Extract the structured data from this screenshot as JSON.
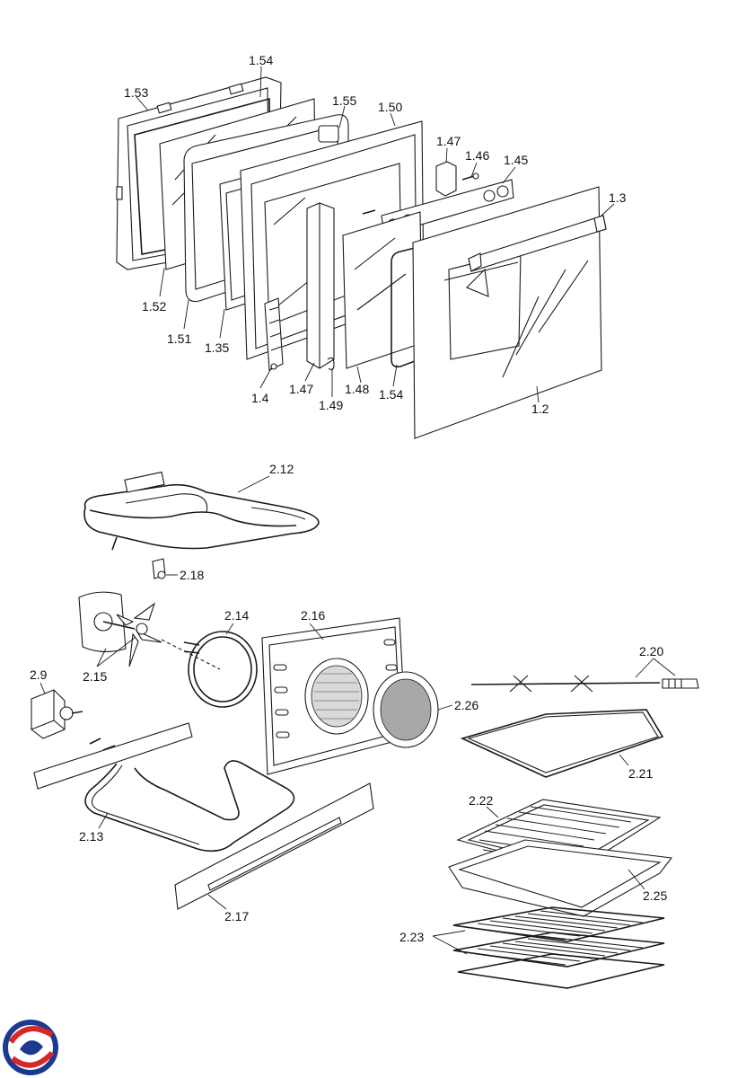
{
  "labels": {
    "p153": "1.53",
    "p154a": "1.54",
    "p155": "1.55",
    "p150": "1.50",
    "p147a": "1.47",
    "p146": "1.46",
    "p145": "1.45",
    "p13": "1.3",
    "p152": "1.52",
    "p151": "1.51",
    "p135": "1.35",
    "p14": "1.4",
    "p147b": "1.47",
    "p149": "1.49",
    "p148": "1.48",
    "p154b": "1.54",
    "p12": "1.2",
    "p212": "2.12",
    "p218": "2.18",
    "p214": "2.14",
    "p216": "2.16",
    "p215": "2.15",
    "p29": "2.9",
    "p220": "2.20",
    "p226": "2.26",
    "p221": "2.21",
    "p213": "2.13",
    "p222": "2.22",
    "p225": "2.25",
    "p217": "2.17",
    "p223": "2.23"
  },
  "logo": {
    "icon": "brand-logo-icon",
    "colors": [
      "#1b3a8f",
      "#d62828"
    ]
  }
}
